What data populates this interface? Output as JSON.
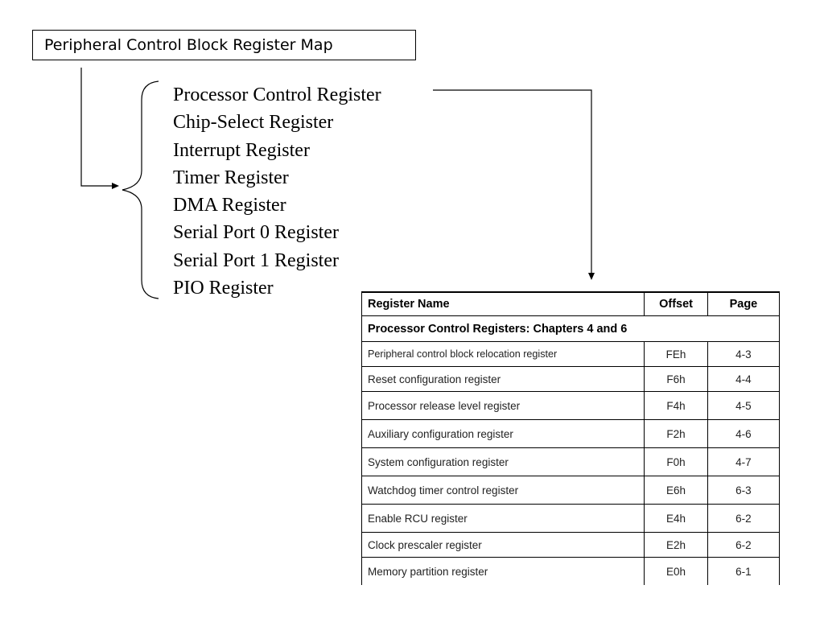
{
  "title": "Peripheral Control Block Register Map",
  "register_groups": [
    "Processor Control Register",
    "Chip-Select Register",
    "Interrupt Register",
    "Timer Register",
    "DMA Register",
    "Serial Port 0 Register",
    "Serial Port 1 Register",
    "PIO Register"
  ],
  "table": {
    "headers": {
      "name": "Register Name",
      "offset": "Offset",
      "page": "Page"
    },
    "section": "Processor Control Registers: Chapters 4 and 6",
    "rows": [
      {
        "name": "Peripheral control block relocation register",
        "offset": "FEh",
        "page": "4-3"
      },
      {
        "name": "Reset configuration register",
        "offset": "F6h",
        "page": "4-4"
      },
      {
        "name": "Processor release level register",
        "offset": "F4h",
        "page": "4-5"
      },
      {
        "name": "Auxiliary configuration register",
        "offset": "F2h",
        "page": "4-6"
      },
      {
        "name": "System configuration register",
        "offset": "F0h",
        "page": "4-7"
      },
      {
        "name": "Watchdog timer control register",
        "offset": "E6h",
        "page": "6-3"
      },
      {
        "name": "Enable RCU register",
        "offset": "E4h",
        "page": "6-2"
      },
      {
        "name": "Clock prescaler register",
        "offset": "E2h",
        "page": "6-2"
      },
      {
        "name": "Memory partition register",
        "offset": "E0h",
        "page": "6-1"
      }
    ]
  }
}
